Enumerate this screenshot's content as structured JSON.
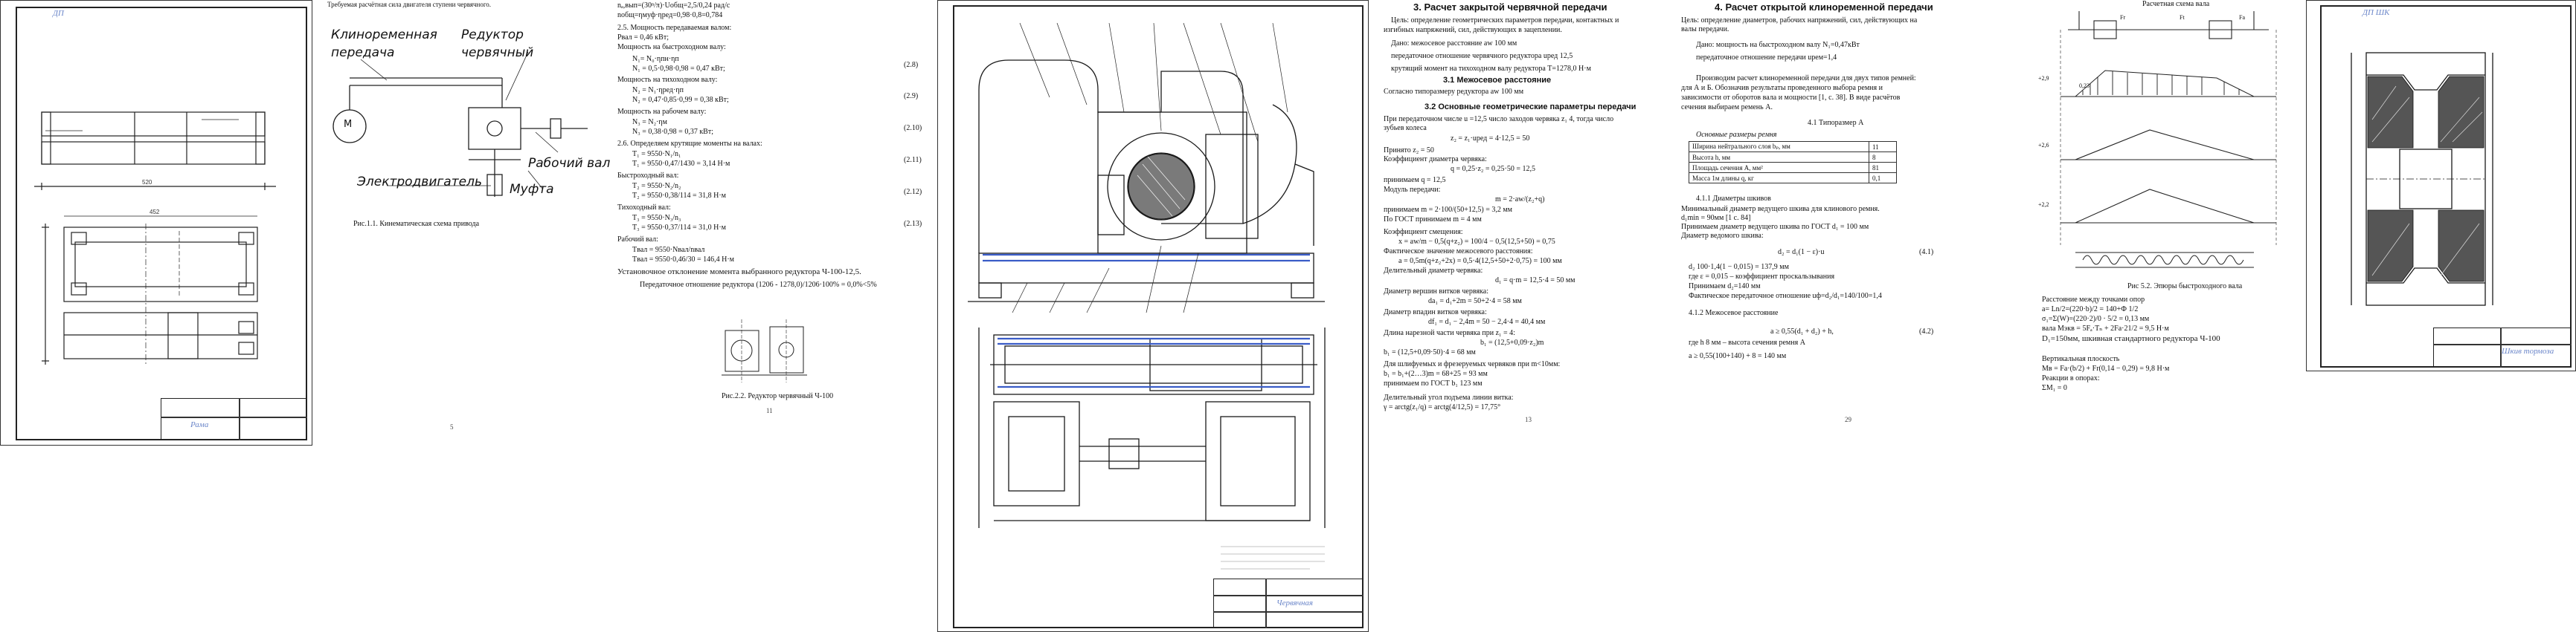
{
  "stamps": {
    "dp_top": "ДП",
    "dp_bottom": "Рама",
    "right_top": "ДП ШК",
    "right_bottom": "Шкив тормоза",
    "drawing_block": "Червячная"
  },
  "page_numbers": {
    "p1": "5",
    "p2": "11",
    "p3": "13",
    "p4": "29"
  },
  "sheet_kinematic": {
    "intro": "Требуемая расчётная сила двигателя ступени червячного.",
    "labels": {
      "belt": "Клиноременная передача",
      "reducer": "Редуктор червячный",
      "motor_left": "М",
      "motor": "Электродвигатель",
      "work_shaft": "Рабочий вал",
      "coupling": "Муфта"
    },
    "caption": "Рис.1.1. Кинематическая схема привода",
    "lines": [
      "nₐ,вып=(30ⁿ/π)·Uобщ=2,5/0,24 рад/с",
      "nобщ=ηмуф·ηред=0,98·0,8=0,784",
      "2.5. Мощность передаваемая валом:",
      "Pвал = 0,46 кВт;",
      "Мощность на быстроходном валу:",
      "N₁= N₀·ηпн·ηп",
      "N₁ = 0,5·0,98·0,98 = 0,47 кВт;",
      "Мощность на тихоходном валу:",
      "N₂ = N₁·ηред·ηп",
      "N₂ = 0,47·0,85·0,99 = 0,38 кВт;",
      "Мощность на рабочем валу:",
      "N₃ = N₂·ηм",
      "N₃ = 0,38·0,98 = 0,37 кВт;",
      "2.6. Определяем крутящие моменты на валах:",
      "T₁ = 9550·N₁/n₁",
      "T₁ = 9550·0,47/1430 = 3,14 Н·м",
      "Быстроходный вал:",
      "T₂ = 9550·N₂/n₂",
      "T₂ = 9550·0,38/114 = 31,8 Н·м",
      "Тихоходный вал:",
      "T₃ = 9550·N₃/n₃",
      "T₃ = 9550·0,37/114 = 31,0 Н·м",
      "Рабочий вал:",
      "Tвал = 9550·Nвал/nвал",
      "Tвал = 9550·0,46/30 = 146,4 Н·м",
      "Установочное отклонение момента выбранного редуктора Ч-100-12,5.",
      "Передаточное отношение редуктора (1206 - 1278,0)/1206·100% = 0,0%<5%"
    ],
    "eq_nums": [
      "(2.8)",
      "(2.9)",
      "(2.10)",
      "(2.11)",
      "(2.12)",
      "(2.13)"
    ],
    "caption2": "Рис.2.2. Редуктор червячный Ч-100"
  },
  "sheet_worm": {
    "title": "3. Расчет закрытой червячной передачи",
    "lines": [
      "Цель: определение геометрических параметров передачи, контактных и",
      "изгибных напряжений, сил, действующих в зацеплении.",
      "Дано: межосевое расстояние aw  100 мм",
      "передаточное отношение червячного редуктора uред  12,5",
      "крутящий момент на тихоходном валу редуктора T=1278,0 Н·м"
    ],
    "sub1": "3.1 Межосевое расстояние",
    "line_aw": "Согласно типоразмеру редуктора aw  100 мм",
    "sub2": "3.2 Основные геометрические параметры передачи",
    "lines2": [
      "При передаточном числе u =12,5 число заходов червяка z₁   4, тогда число",
      "зубьев колеса",
      "z₂ = z₁·uред = 4·12,5 = 50",
      "Принято  z₂ = 50",
      "Коэффициент диаметра червяка:",
      "q = 0,25·z₂ = 0,25·50 = 12,5",
      "принимаем q = 12,5",
      "Модуль передачи:",
      "m = 2·aw/(z₂+q)",
      "принимаем m = 2·100/(50+12,5) = 3,2 мм",
      "По ГОСТ принимаем m = 4 мм",
      "Коэффициент смещения:",
      "x = aw/m − 0,5(q+z₂) = 100/4 − 0,5(12,5+50) = 0,75",
      "Фактическое значение межосевого расстояния:",
      "a = 0,5m(q+z₂+2x) = 0,5·4(12,5+50+2·0,75) = 100 мм",
      "Делительный диаметр червяка:",
      "d₁ = q·m = 12,5·4 = 50 мм",
      "Диаметр вершин витков червяка:",
      "da₁ = d₁+2m = 50+2·4 = 58 мм",
      "Диаметр впадин витков червяка:",
      "df₁ = d₁ − 2,4m = 50 − 2,4·4 = 40,4 мм",
      "Длина нарезной части червяка при z₁ = 4:",
      "b₁ = (12,5+0,09·z₂)m",
      "b₁ = (12,5+0,09·50)·4 = 68 мм",
      "Для шлифуемых и фрезеруемых червяков при m<10мм:",
      "b₁ = b₁+(2…3)m = 68+25 = 93 мм",
      "принимаем по ГОСТ b₁   123 мм",
      "Делительный угол подъема линии витка:",
      "γ = arctg(z₁/q) = arctg(4/12,5) = 17,75°"
    ]
  },
  "sheet_belt": {
    "title": "4. Расчет открытой клиноременной передачи",
    "lines": [
      "Цель: определение диаметров, рабочих напряжений, сил, действующих на",
      "валы передачи.",
      "Дано: мощность на быстроходном валу N₁=0,47кВт",
      "передаточное отношение передачи uрем=1,4",
      "Производим расчет клиноременной передачи для двух типов ремней:",
      "для А и Б. Обозначив результаты проведенного выбора ремня и",
      "зависимости от оборотов вала и мощности [1, с. 38]. В виде расчётов",
      "сечения выбираем ремень А."
    ],
    "table_title": "4.1 Типоразмер А",
    "table_head": "Основные размеры ремня",
    "table": [
      [
        "Ширина нейтрального слоя bₚ, мм",
        "11"
      ],
      [
        "Высота h, мм",
        "8"
      ],
      [
        "Площадь сечения A, мм²",
        "81"
      ],
      [
        "Масса 1м длины q, кг",
        "0,1"
      ]
    ],
    "sub1": "4.1.1 Диаметры шкивов",
    "lines2": [
      "Минимальный диаметр ведущего шкива для клинового ремня.",
      "d₁min = 90мм [1 с. 84]",
      "Принимаем диаметр ведущего шкива по ГОСТ d₁ = 100 мм",
      "Диаметр ведомого шкива:",
      "d₂ = d₁(1 − ε)·u",
      "d₂  100·1,4(1 − 0,015) = 137,9 мм",
      "где  ε = 0,015 – коэффициент проскальзывания",
      "Принимаем d₂=140 мм",
      "Фактическое передаточное отношение uф=d₂/d₁=140/100=1,4",
      "4.1.2 Межосевое расстояние",
      "a ≥ 0,55(d₁ + d₂) + h,",
      "где h  8 мм – высота сечения ремня А",
      "a ≥ 0,55(100+140) + 8 = 140 мм"
    ],
    "eq_nums": [
      "(4.1)",
      "(4.2)"
    ]
  },
  "sheet_shaft": {
    "title": "Расчетная схема вала",
    "caption": "Рис 5.2. Эпюры быстроходного вала",
    "labels": [
      "+2,9",
      "+2,6",
      "+2,2",
      "0,23",
      "Fr",
      "Ft",
      "Fa"
    ],
    "lines": [
      "Расстояние между точками опор",
      "a= Ln/2=(220·b)/2 = 140+Ф 1/2",
      "σ₁=Σ(W)=(220·2)/0 · 5/2 = 0,13 мм",
      "вала Mэкв = 5Fₐ·Tₙ + 2Fa·21/2 = 9,5 Н·м",
      "D₁=150мм, шкивная стандартного редуктора Ч-100",
      "Вертикальная плоскость",
      "Mв = Fa·(b/2) + Fr(0,14 − 0,29) = 9,8 Н·м",
      "Реакции в опорах:",
      "ΣM₁ = 0"
    ]
  }
}
